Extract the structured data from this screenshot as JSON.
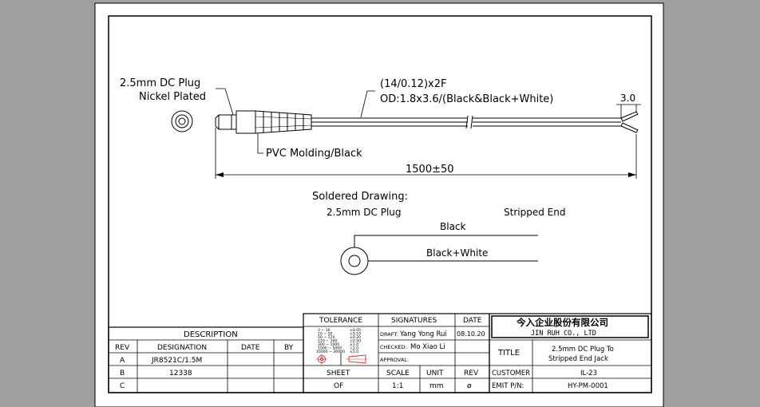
{
  "callouts": {
    "plug_line1": "2.5mm DC Plug",
    "plug_line2": "Nickel Plated",
    "cable_spec": "(14/0.12)x2F",
    "cable_od": "OD:1.8x3.6/(Black&Black+White)",
    "strip_length": "3.0",
    "molding": "PVC Molding/Black",
    "total_length": "1500±50"
  },
  "soldered": {
    "heading": "Soldered Drawing:",
    "left_label": "2.5mm DC Plug",
    "right_label": "Stripped End",
    "wire1": "Black",
    "wire2": "Black+White"
  },
  "titleblock": {
    "tolerance": "TOLERANCE",
    "tolerance_rows": [
      "3 ~ 10",
      "10 ~ 50",
      "50 ~ 120",
      "120 ~ 300",
      "300 ~ 1000",
      "1000 ~ 5000",
      "10000 ~ 30000"
    ],
    "tolerance_values": [
      "±0.05",
      "±0.10",
      "±0.20",
      "±0.50",
      "±1.0",
      "±2.0",
      "±5.0"
    ],
    "signatures": "SIGNATURES",
    "date": "DATE",
    "draft": "DRAFT:",
    "draft_name": "Yang Yong Rui",
    "draft_date": "08.10.20",
    "checked": "CHECKED:",
    "checked_name": "Mo Xiao Li",
    "approval": "APPROVAL:",
    "company_cn": "今入企业股份有限公司",
    "company_en": "JIN RUH CO., LTD",
    "title_label": "TITLE",
    "title_line1": "2.5mm DC Plug To",
    "title_line2": "Stripped End Jack",
    "description": "DESCRIPTION",
    "col_rev": "REV",
    "col_designation": "DESIGNATION",
    "col_date": "DATE",
    "col_by": "BY",
    "rows": [
      {
        "rev": "A",
        "designation": "JR8521C/1.5M"
      },
      {
        "rev": "B",
        "designation": "12338"
      },
      {
        "rev": "C",
        "designation": ""
      }
    ],
    "sheet_label": "SHEET",
    "sheet_value": "OF",
    "scale_label": "SCALE",
    "scale_value": "1:1",
    "unit_label": "UNIT",
    "unit_value": "mm",
    "rev_label": "REV",
    "rev_value": "ø",
    "customer_label": "CUSTOMER",
    "customer_value": "IL-23",
    "emit_label": "EMIT P/N:",
    "emit_value": "HY-PM-0001"
  },
  "colors": {
    "background": "#a0a0a0",
    "paper": "#ffffff",
    "ink": "#000000",
    "symbol_red": "#d03030"
  }
}
